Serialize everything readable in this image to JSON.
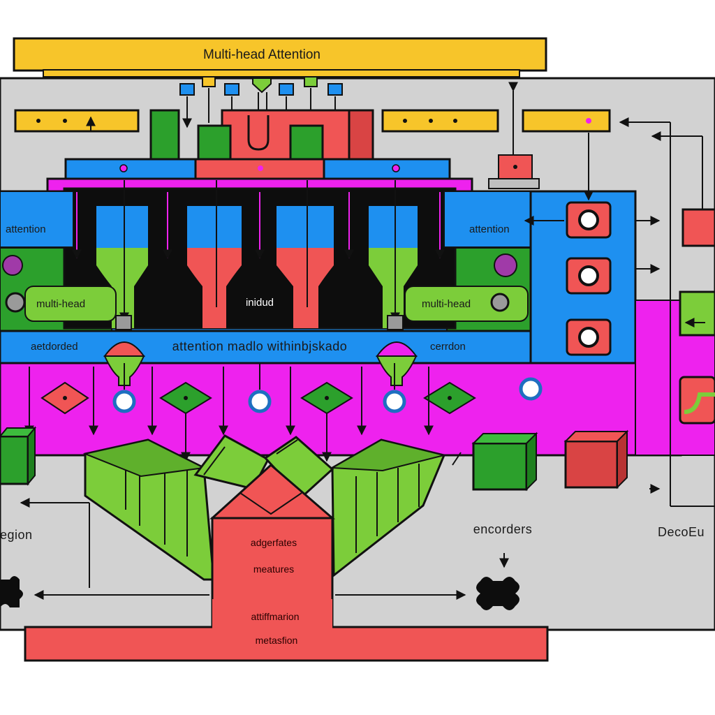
{
  "title": "Multi-head Attention",
  "labels": {
    "attention_left": "attention",
    "attention_right": "attention",
    "multihead_left": "multi-head",
    "multihead_right": "multi-head",
    "inidud": "inidud",
    "band_left": "aetdorded",
    "band_center": "attention madlo withinbjskado",
    "band_right": "cerrdon",
    "region": "egion",
    "encoders": "encorders",
    "decoder": "DecoEu",
    "block_line1": "adgerfates",
    "block_line2": "meatures",
    "bottom_line1": "attiffmarion",
    "bottom_line2": "metasfion"
  },
  "colors": {
    "yellow": "#f7c52a",
    "blue": "#1e90f0",
    "magenta": "#ee22ee",
    "green": "#2ca02c",
    "lime": "#7ccd3a",
    "red": "#f05555",
    "dark_red": "#d94444",
    "gray": "#d2d2d2",
    "black": "#0d0d0d"
  }
}
